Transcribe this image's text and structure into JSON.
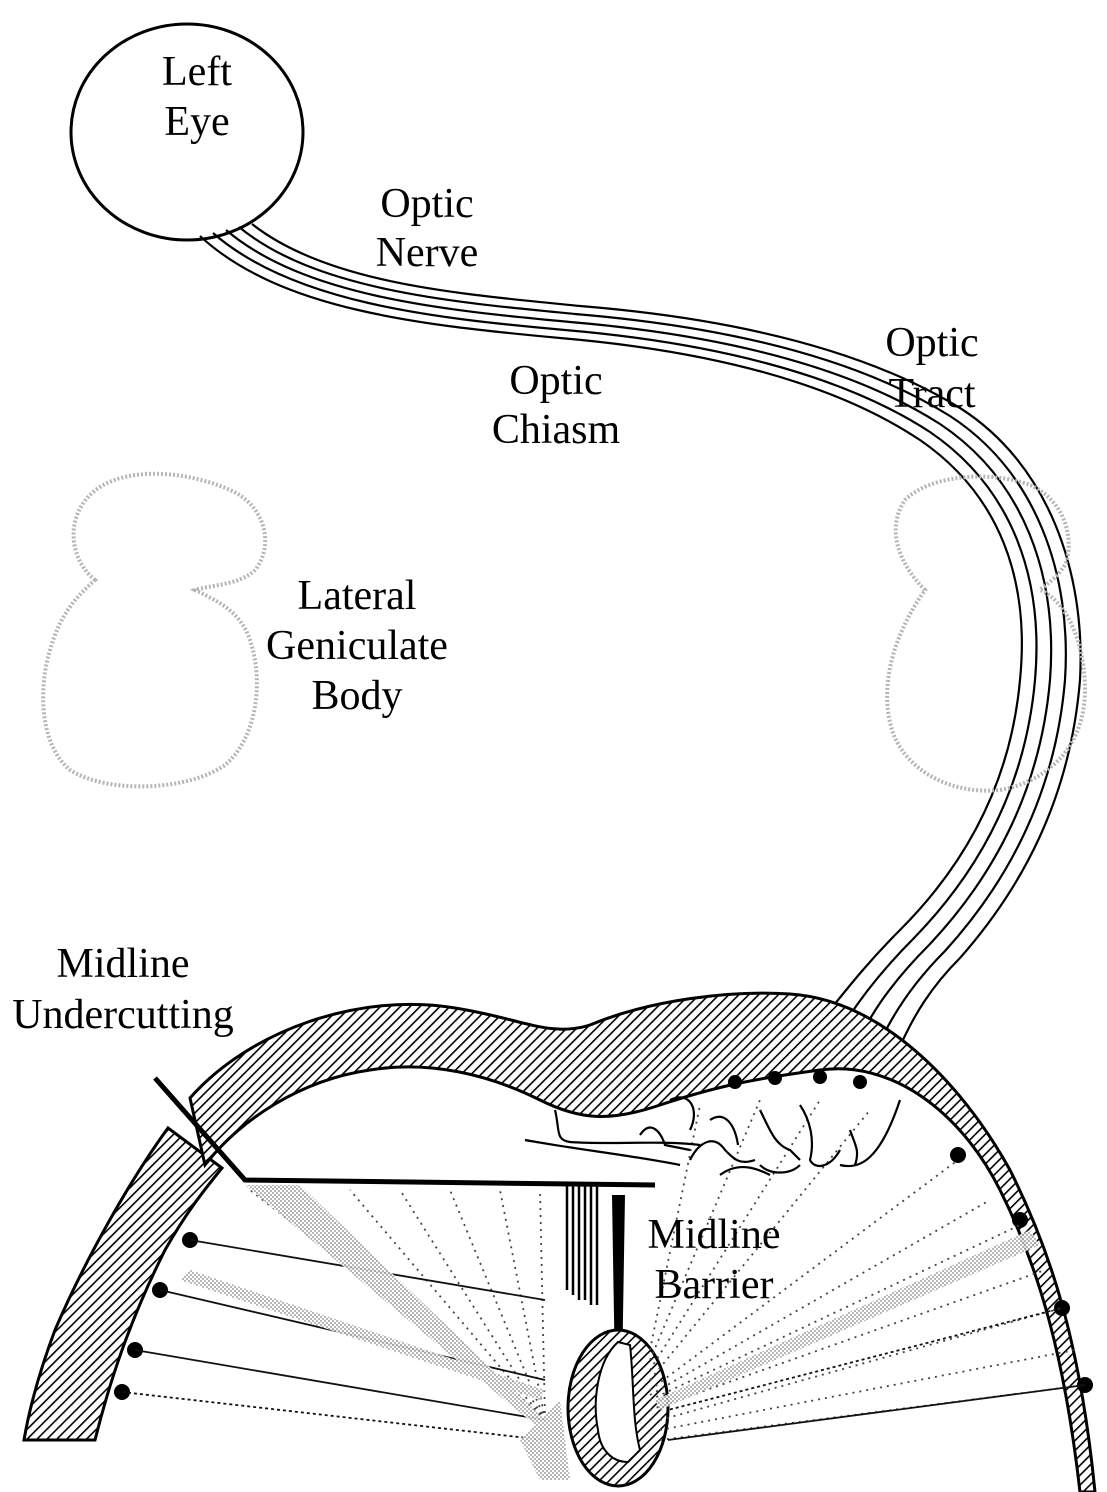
{
  "labels": {
    "left_eye": [
      "Left",
      "Eye"
    ],
    "optic_nerve": [
      "Optic",
      "Nerve"
    ],
    "optic_chiasm": [
      "Optic",
      "Chiasm"
    ],
    "optic_tract": [
      "Optic",
      "Tract"
    ],
    "lateral_geniculate_body": [
      "Lateral",
      "Geniculate",
      "Body"
    ],
    "midline_undercutting": [
      "Midline",
      "Undercutting"
    ],
    "midline_barrier": [
      "Midline",
      "Barrier"
    ]
  },
  "colors": {
    "ink": "#000000",
    "lgn_outline": "#b5b5b5",
    "background": "#ffffff"
  }
}
